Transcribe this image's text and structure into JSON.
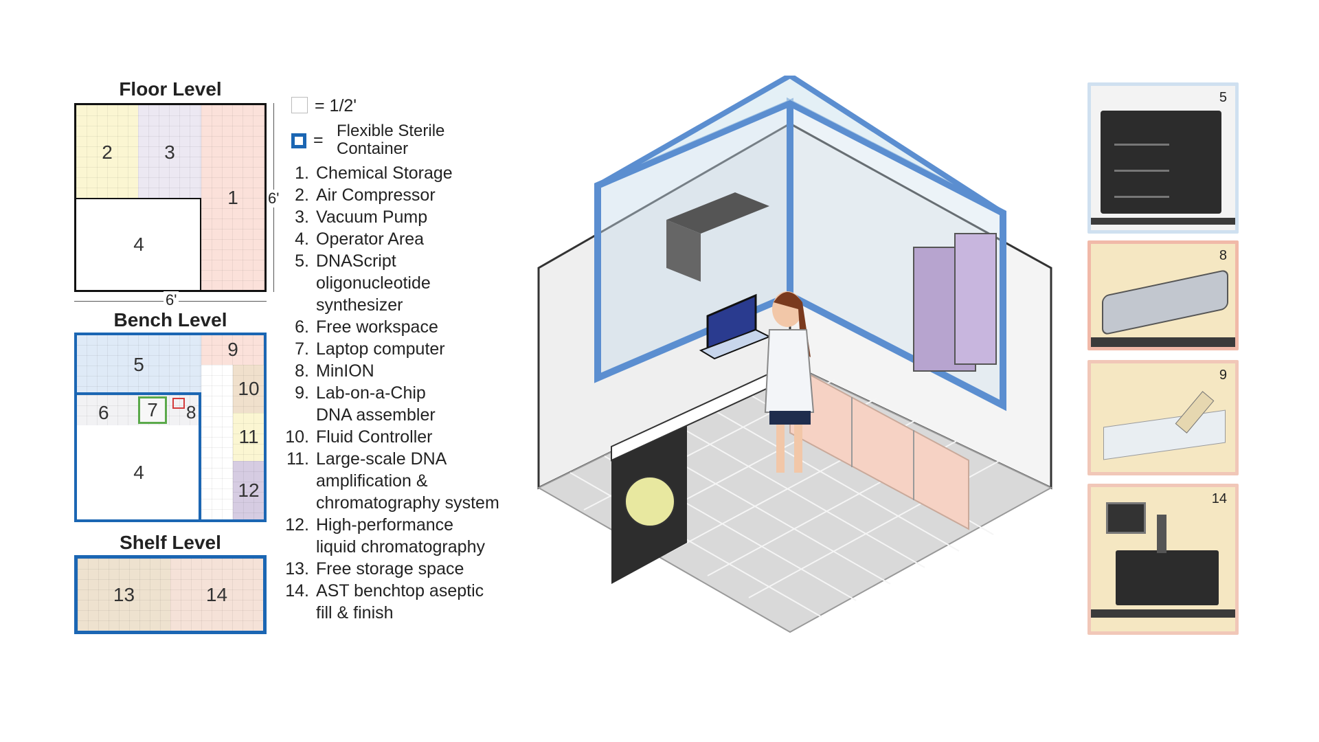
{
  "floor": {
    "title": "Floor Level",
    "zones": {
      "z1": "1",
      "z2": "2",
      "z3": "3",
      "z4": "4"
    },
    "dim_h": "6'",
    "dim_w": "6'"
  },
  "bench": {
    "title": "Bench Level",
    "zones": {
      "z5": "5",
      "z6": "6",
      "z7": "7",
      "z8": "8",
      "z9": "9",
      "z10": "10",
      "z11": "11",
      "z12": "12",
      "z4": "4"
    }
  },
  "shelf": {
    "title": "Shelf Level",
    "zones": {
      "z13": "13",
      "z14": "14"
    }
  },
  "key": {
    "grid_unit": "= 1/2'",
    "container_eq": "=",
    "container_label_1": "Flexible Sterile",
    "container_label_2": "Container"
  },
  "legend": [
    {
      "num": "1.",
      "lines": [
        "Chemical Storage"
      ]
    },
    {
      "num": "2.",
      "lines": [
        "Air Compressor"
      ]
    },
    {
      "num": "3.",
      "lines": [
        "Vacuum Pump"
      ]
    },
    {
      "num": "4.",
      "lines": [
        "Operator Area"
      ]
    },
    {
      "num": "5.",
      "lines": [
        "DNAScript",
        "oligonucleotide",
        "synthesizer"
      ]
    },
    {
      "num": "6.",
      "lines": [
        "Free workspace"
      ]
    },
    {
      "num": "7.",
      "lines": [
        "Laptop computer"
      ]
    },
    {
      "num": "8.",
      "lines": [
        "MinION"
      ]
    },
    {
      "num": "9.",
      "lines": [
        "Lab-on-a-Chip",
        "DNA assembler"
      ]
    },
    {
      "num": "10.",
      "lines": [
        "Fluid Controller"
      ]
    },
    {
      "num": "11.",
      "lines": [
        "Large-scale DNA",
        "amplification &",
        "chromatography system"
      ]
    },
    {
      "num": "12.",
      "lines": [
        "High-performance",
        "liquid chromatography"
      ]
    },
    {
      "num": "13.",
      "lines": [
        "Free storage space"
      ]
    },
    {
      "num": "14.",
      "lines": [
        "AST benchtop aseptic",
        "fill & finish"
      ]
    }
  ],
  "insets": {
    "i5": "5",
    "i8": "8",
    "i9": "9",
    "i14": "14"
  },
  "colors": {
    "container_blue": "#1b66b3",
    "floor_yellow": "#fbf6d2",
    "floor_lilac": "#ece8f2",
    "floor_pink": "#fbe1da",
    "bench_blue": "#dfeaf7",
    "bench_green": "#5aa94a",
    "bench_red": "#d33b3b"
  }
}
